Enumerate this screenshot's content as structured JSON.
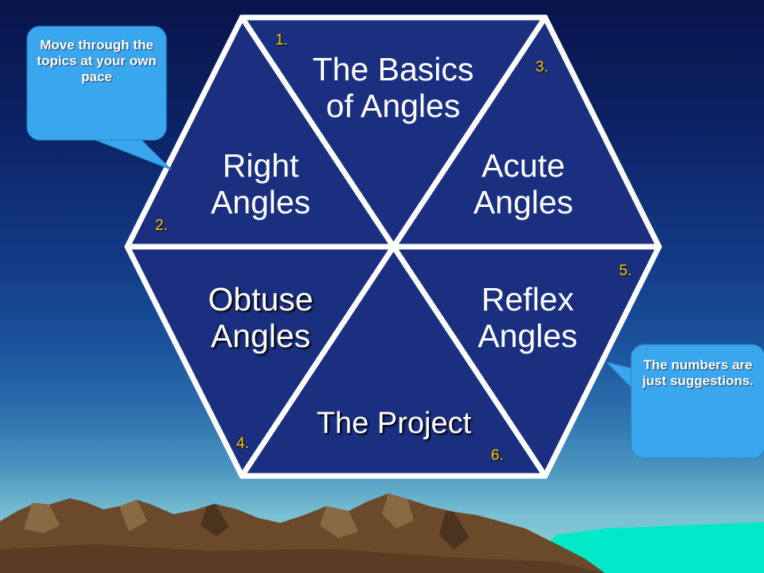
{
  "slide": {
    "segments": [
      {
        "id": "basics",
        "label_line1": "The Basics",
        "label_line2": "of Angles",
        "number": "1."
      },
      {
        "id": "right",
        "label_line1": "Right",
        "label_line2": "Angles",
        "number": "2."
      },
      {
        "id": "acute",
        "label_line1": "Acute",
        "label_line2": "Angles",
        "number": "3."
      },
      {
        "id": "obtuse",
        "label_line1": "Obtuse",
        "label_line2": "Angles",
        "number": "4."
      },
      {
        "id": "reflex",
        "label_line1": "Reflex",
        "label_line2": "Angles",
        "number": "5."
      },
      {
        "id": "project",
        "label_line1": "The Project",
        "label_line2": "",
        "number": "6."
      }
    ],
    "callout_top_left": "Move through the topics at your own pace",
    "callout_bottom_right": "The numbers are just suggestions.",
    "colors": {
      "hexagon_fill": "#1a2f80",
      "hexagon_stroke": "#ffffff",
      "number_color": "#ffcc00",
      "callout_fill": "#3aa6ee",
      "mountain_color": "#6b4a2c",
      "water_color": "#00e8c8"
    }
  }
}
